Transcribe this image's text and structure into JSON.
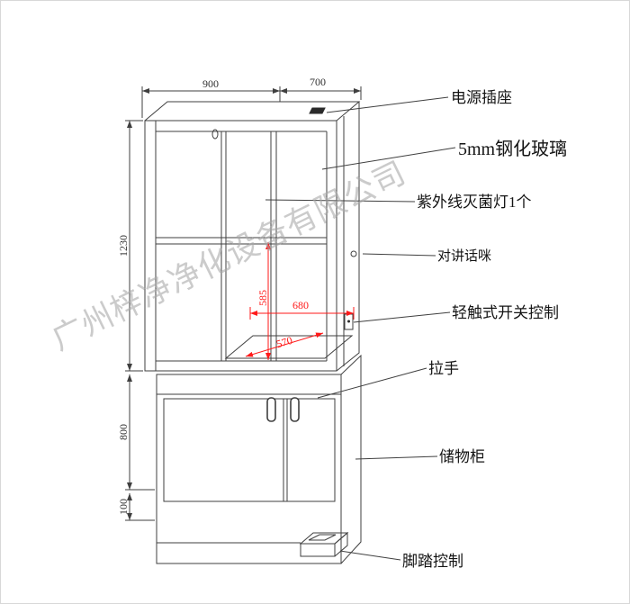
{
  "watermark": {
    "text": "广州梓净净化设备有限公司",
    "color": "#a8a8a8"
  },
  "dimensions": {
    "top_width": "900",
    "top_depth": "700",
    "upper_height": "1230",
    "storage_height": "800",
    "base_height": "100",
    "inner_height": "585",
    "inner_width": "680",
    "inner_depth": "570"
  },
  "callouts": {
    "power_socket": "电源插座",
    "tempered_glass": "5mm钢化玻璃",
    "uv_lamp": "紫外线灭菌灯1个",
    "intercom_mic": "对讲话咪",
    "touch_switch": "轻触式开关控制",
    "handle": "拉手",
    "storage_cabinet": "储物柜",
    "foot_pedal": "脚踏控制"
  },
  "colors": {
    "line": "#3f3f3f",
    "dimension_red": "#ff1a1a",
    "watermark_gray": "#a8a8a8"
  }
}
